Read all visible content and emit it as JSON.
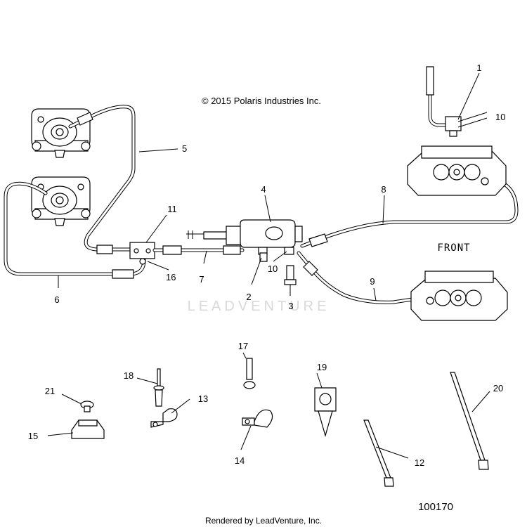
{
  "copyright": "© 2015 Polaris Industries Inc.",
  "front_label": "FRONT",
  "watermark": "LEADVENTURE",
  "figure_number": "100170",
  "rendered_by": "Rendered by LeadVenture, Inc.",
  "callouts": [
    {
      "id": "c1",
      "label": "1"
    },
    {
      "id": "c10a",
      "label": "10"
    },
    {
      "id": "c4",
      "label": "4"
    },
    {
      "id": "c5",
      "label": "5"
    },
    {
      "id": "c8",
      "label": "8"
    },
    {
      "id": "c11",
      "label": "11"
    },
    {
      "id": "c16",
      "label": "16"
    },
    {
      "id": "c7",
      "label": "7"
    },
    {
      "id": "c10b",
      "label": "10"
    },
    {
      "id": "c2",
      "label": "2"
    },
    {
      "id": "c3",
      "label": "3"
    },
    {
      "id": "c9",
      "label": "9"
    },
    {
      "id": "c6",
      "label": "6"
    },
    {
      "id": "c17",
      "label": "17"
    },
    {
      "id": "c18",
      "label": "18"
    },
    {
      "id": "c19",
      "label": "19"
    },
    {
      "id": "c20",
      "label": "20"
    },
    {
      "id": "c21",
      "label": "21"
    },
    {
      "id": "c13",
      "label": "13"
    },
    {
      "id": "c15",
      "label": "15"
    },
    {
      "id": "c14",
      "label": "14"
    },
    {
      "id": "c12",
      "label": "12"
    }
  ]
}
